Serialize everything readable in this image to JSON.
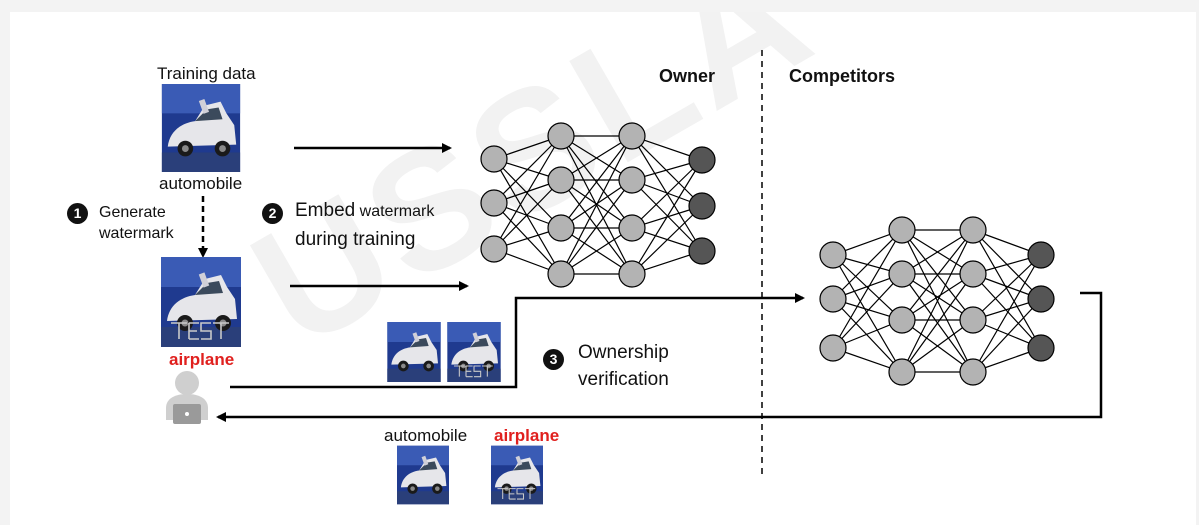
{
  "watermark": "USSLA",
  "labels": {
    "training_data": "Training data",
    "automobile_top": "automobile",
    "airplane_left": "airplane",
    "automobile_bottom": "automobile",
    "airplane_bottom": "airplane",
    "owner": "Owner",
    "competitors": "Competitors"
  },
  "steps": [
    {
      "number": "1",
      "line1": "Generate",
      "line2": "watermark"
    },
    {
      "number": "2",
      "line1_a": "Embed",
      "line1_b": "watermark",
      "line2": "during training"
    },
    {
      "number": "3",
      "line1": "Ownership",
      "line2": "verification"
    }
  ],
  "colors": {
    "node_light": "#b3b3b3",
    "node_dark": "#555555",
    "accent_red": "#e0201e",
    "car_bg": "#1f3a8f"
  }
}
